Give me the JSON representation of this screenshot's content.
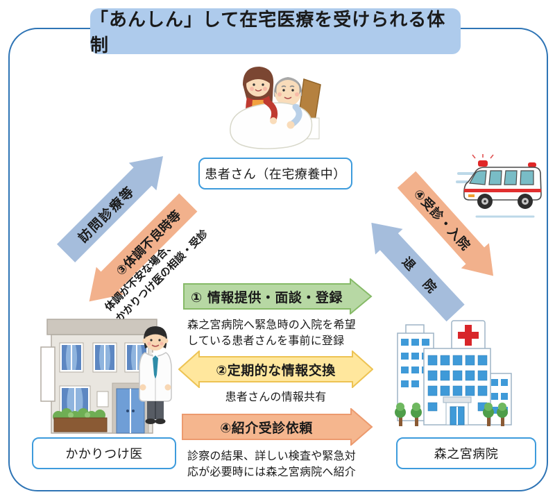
{
  "colors": {
    "frame_border": "#2e74b5",
    "title_fill": "#aecbec",
    "label_border": "#3d9bdc",
    "blue_fill": "#a5bddc",
    "salmon_fill": "#f2b18c",
    "green_fill": "#b7d8a4",
    "green_border": "#86ba67",
    "yellow_fill": "#ffe79d",
    "yellow_border": "#edc353",
    "orange_fill": "#f5b68e",
    "orange_border": "#ec9a6e",
    "text": "#1a1a1a"
  },
  "title": "「あんしん」して在宅医療を受けられる体制",
  "nodes": {
    "patient": {
      "label": "患者さん（在宅療養中）"
    },
    "doctor": {
      "label": "かかりつけ医"
    },
    "hospital": {
      "label": "森之宮病院"
    }
  },
  "arrows": {
    "visit": {
      "label": "訪問診療等"
    },
    "unwell": {
      "label": "③体調不良時等",
      "note_line1": "体調が不安な場合、",
      "note_line2": "かかりつけ医の相談・受診"
    },
    "admission": {
      "label": "④受診・入院"
    },
    "discharge": {
      "label": "退　院"
    },
    "register": {
      "label": "① 情報提供・面談・登録",
      "note_line1": "森之宮病院へ緊急時の入院を希望",
      "note_line2": "している患者さんを事前に登録"
    },
    "exchange": {
      "label": "②定期的な情報交換",
      "note": "患者さんの情報共有"
    },
    "referral": {
      "label": "④紹介受診依頼",
      "note_line1": "診察の結果、詳しい検査や緊急対",
      "note_line2": "応が必要時には森之宮病院へ紹介"
    }
  },
  "illustrations": {
    "patient": "elderly-patient-in-bed-with-caregiver",
    "ambulance": "ambulance-van",
    "clinic": "clinic-building-and-doctor",
    "hospital": "hospital-building"
  }
}
